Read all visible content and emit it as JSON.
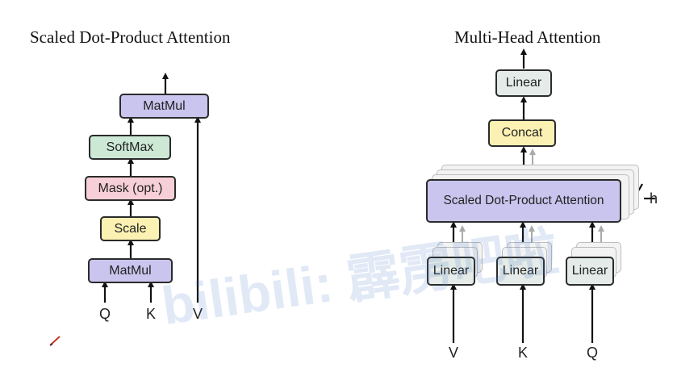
{
  "left": {
    "title": "Scaled Dot-Product Attention",
    "matmul_top": "MatMul",
    "softmax": "SoftMax",
    "mask": "Mask (opt.)",
    "scale": "Scale",
    "matmul_bottom": "MatMul",
    "inputs": {
      "q": "Q",
      "k": "K",
      "v": "V"
    }
  },
  "right": {
    "title": "Multi-Head Attention",
    "linear_out": "Linear",
    "concat": "Concat",
    "sdpa": "Scaled Dot-Product Attention",
    "heads_label": "h",
    "linear_v": "Linear",
    "linear_k": "Linear",
    "linear_q": "Linear",
    "inputs": {
      "v": "V",
      "k": "K",
      "q": "Q"
    }
  },
  "watermark": "bilibili: 霹雳吧啦",
  "colors": {
    "matmul": "#c9c5ee",
    "softmax": "#cde9d6",
    "mask": "#f7cfd8",
    "scale": "#fbf1b3",
    "linear": "#e4ebe8",
    "concat": "#fbf1b3",
    "sdpa": "#c9c5ee"
  },
  "icons": {
    "corner_mark": "pencil-icon"
  }
}
